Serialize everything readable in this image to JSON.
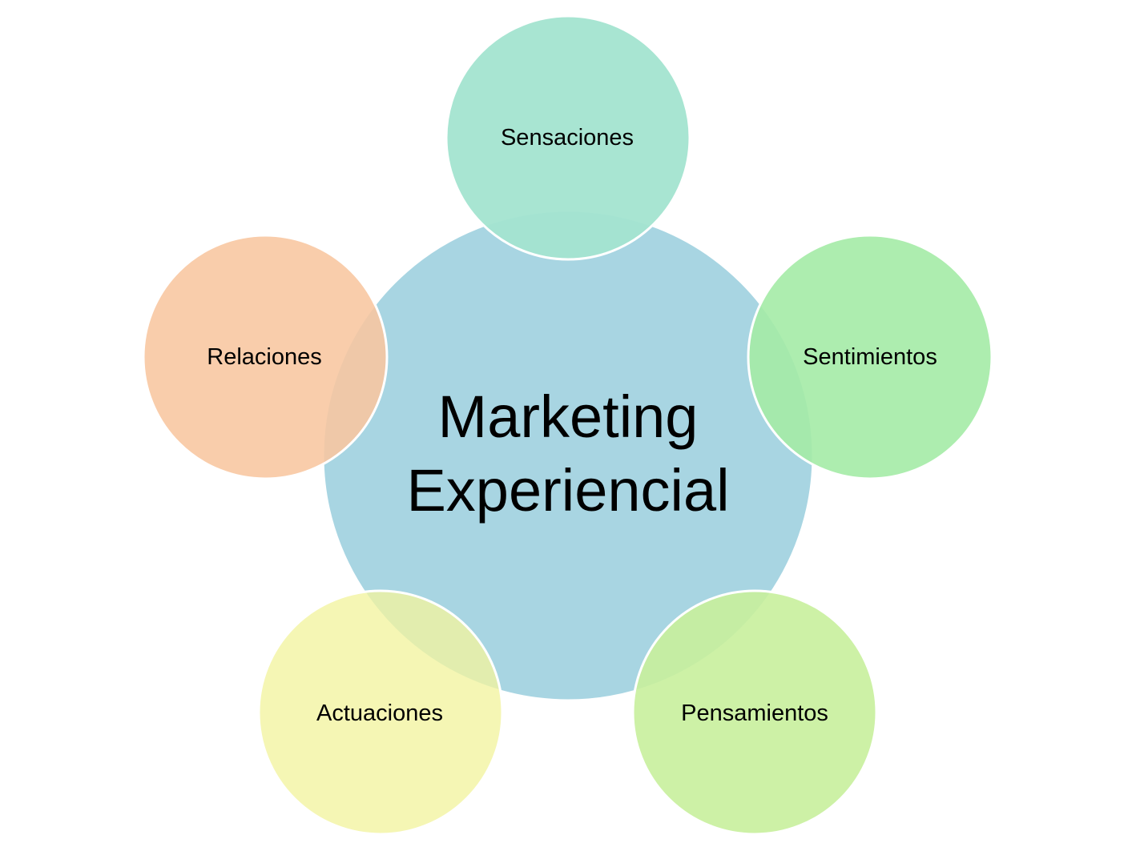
{
  "center": {
    "title_line1": "Marketing",
    "title_line2": "Experiencial",
    "color": "#a8d5e2"
  },
  "nodes": [
    {
      "id": "sensaciones",
      "label": "Sensaciones",
      "color": "#a3e4d0"
    },
    {
      "id": "sentimientos",
      "label": "Sentimientos",
      "color": "#a4eba6"
    },
    {
      "id": "pensamientos",
      "label": "Pensamientos",
      "color": "#c8f09c"
    },
    {
      "id": "actuaciones",
      "label": "Actuaciones",
      "color": "#f2f39f"
    },
    {
      "id": "relaciones",
      "label": "Relaciones",
      "color": "#f8c69f"
    }
  ]
}
